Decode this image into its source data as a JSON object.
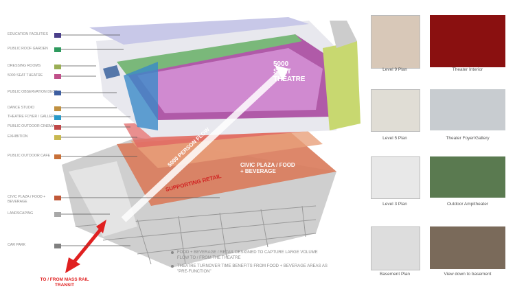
{
  "legend": [
    {
      "label": "EDUCATION FACILITIES",
      "color": "#4a3f8a"
    },
    {
      "label": "PUBLIC ROOF GARDEN",
      "color": "#2e9a5e"
    },
    {
      "label": "DRESSING ROOMS",
      "color": "#9aae55"
    },
    {
      "label": "5000 SEAT THEATRE",
      "color": "#c0508a"
    },
    {
      "label": "PUBLIC OBSERVATION DECK",
      "color": "#3d5ea0"
    },
    {
      "label": "DANCE STUDIO",
      "color": "#c09040"
    },
    {
      "label": "THEATRE FOYER / GALLERY",
      "color": "#2a9ac8"
    },
    {
      "label": "PUBLIC OUTDOOR CINEMA",
      "color": "#c04848"
    },
    {
      "label": "EXHIBITION",
      "color": "#c8b850"
    },
    {
      "label": "PUBLIC OUTDOOR CAFE",
      "color": "#c87038"
    },
    {
      "label": "CIVIC PLAZA / FOOD + BEVERAGE",
      "color": "#c05838"
    },
    {
      "label": "LANDSCAPING",
      "color": "#a8a8a8"
    },
    {
      "label": "CAR PARK",
      "color": "#808080"
    }
  ],
  "diagram": {
    "theatre": "5000 SEAT THEATRE",
    "flow": "5000 PERSON FLOW",
    "plaza": "CIVIC PLAZA / FOOD + BEVERAGE",
    "retail": "SUPPORTING RETAIL",
    "transit": "TO / FROM MASS RAIL TRANSIT"
  },
  "notes": [
    "FOOD + BEVERAGE / RETAIL DESIGNED TO CAPTURE LARGE VOLUME FLOW TO / FROM THE THEATRE",
    "THEATRE TURNOVER TIME BENEFITS FROM FOOD + BEVERAGE AREAS AS \"PRE-FUNCTION\""
  ],
  "gallery": [
    {
      "plan": "Level 9 Plan",
      "photo": "Theater Interior"
    },
    {
      "plan": "Level 5 Plan",
      "photo": "Theater Foyer/Gallery"
    },
    {
      "plan": "Level 3 Plan",
      "photo": "Outdoor Ampitheater"
    },
    {
      "plan": "Basement Plan",
      "photo": "View down to basement"
    }
  ]
}
